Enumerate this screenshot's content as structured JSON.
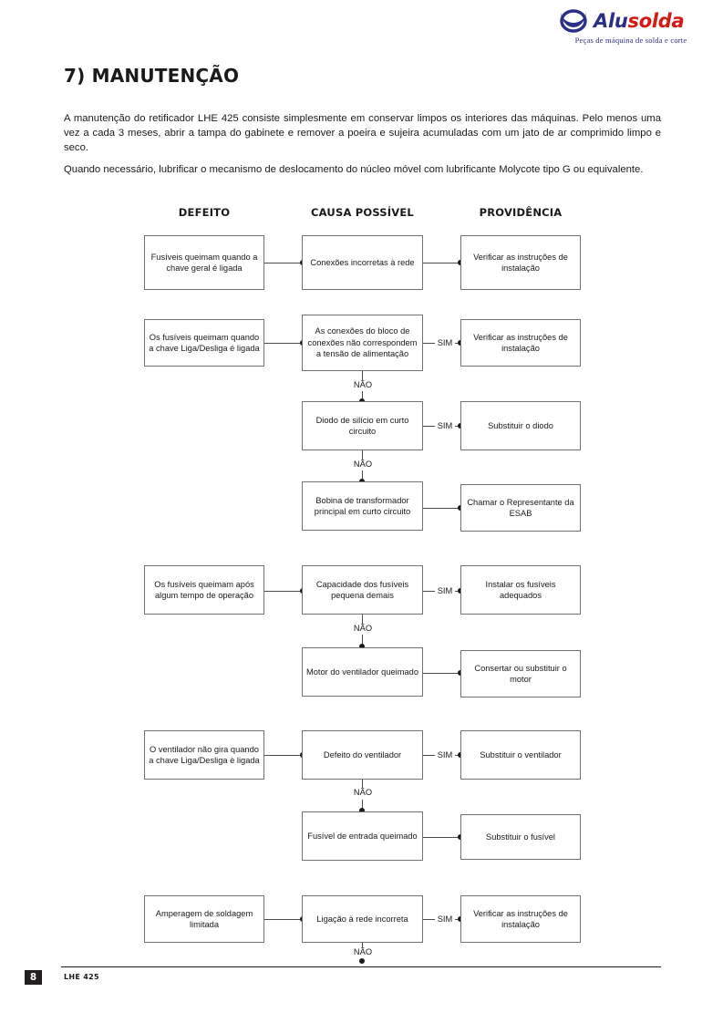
{
  "brand": {
    "name_part1": "Alu",
    "name_part2": "solda",
    "tagline": "Peças de máquina de solda e corte",
    "color_blue": "#2b2f86",
    "color_red": "#d31a13"
  },
  "document": {
    "title": "7) MANUTENÇÃO",
    "paragraphs": [
      "A manutenção do retificador LHE 425 consiste simplesmente em conservar limpos os interiores das máquinas. Pelo menos uma vez a cada 3 meses, abrir a tampa do gabinete e remover a poeira e sujeira acumuladas com um jato de ar comprimido limpo e seco.",
      "Quando necessário, lubrificar o mecanismo de deslocamento do núcleo móvel com lubrificante Molycote tipo G ou equivalente."
    ]
  },
  "flowchart": {
    "headers": [
      "DEFEITO",
      "CAUSA POSSÍVEL",
      "PROVIDÊNCIA"
    ],
    "labels": {
      "yes": "SIM",
      "no": "NÃO"
    },
    "nodes": {
      "d1": "Fusíveis queimam quando a chave geral é ligada",
      "c1": "Conexões incorretas à rede",
      "p1": "Verificar as instruções de instalação",
      "d2": "Os fusíveis queimam quando a chave Liga/Desliga é ligada",
      "c2": "As conexões do bloco de conexões não correspondem a tensão de alimentação",
      "p2": "Verificar as instruções de instalação",
      "c3": "Diodo de silício em curto circuito",
      "p3": "Substituir o diodo",
      "c4": "Bobina de transformador principal em curto circuito",
      "p4": "Chamar o Representante da ESAB",
      "d3": "Os fusíveis queimam após algum tempo de operação",
      "c5": "Capacidade dos fusíveis pequena demais",
      "p5": "Instalar os fusíveis adequados",
      "c6": "Motor do ventilador queimado",
      "p6": "Consertar ou substituir o motor",
      "d4": "O ventilador não gira quando a chave Liga/Desliga è ligada",
      "c7": "Defeito do ventilador",
      "p7": "Substituir o ventilador",
      "c8": "Fusível de entrada queimado",
      "p8": "Substituir o fusível",
      "d5": "Amperagem de soldagem limitada",
      "c9": "Ligação à rede incorreta",
      "p9": "Verificar as instruções de instalação"
    }
  },
  "footer": {
    "page_number": "8",
    "model": "LHE 425"
  }
}
